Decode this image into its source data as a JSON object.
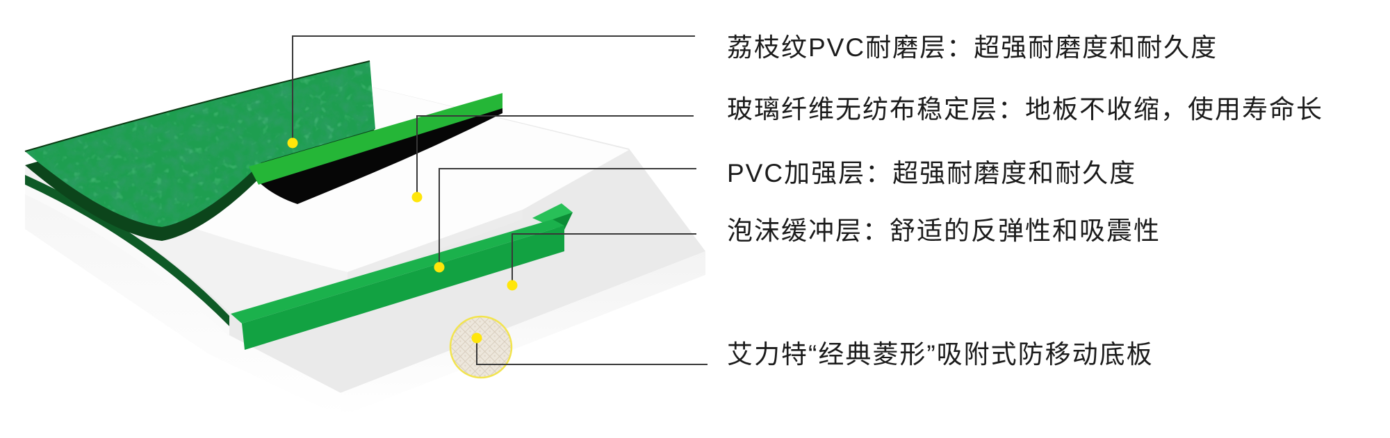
{
  "diagram": {
    "labels": [
      {
        "text": "荔枝纹PVC耐磨层：超强耐磨度和耐久度"
      },
      {
        "text": "玻璃纤维无纺布稳定层：地板不收缩，使用寿命长"
      },
      {
        "text": "PVC加强层：超强耐磨度和耐久度"
      },
      {
        "text": "泡沫缓冲层：舒适的反弹性和吸震性"
      },
      {
        "text": "艾力特“经典菱形”吸附式防移动底板"
      }
    ],
    "colors": {
      "wear_surface_green": "#1e9e50",
      "wear_edge_dark_green": "#0c451b",
      "cut_strip_green": "#25b637",
      "underside_black": "#060606",
      "fiberglass_white": "#fdfdfd",
      "fiberglass_face_white": "#f2f2f2",
      "reinforce_band_green": "#1bb14c",
      "reinforce_band_front_green": "#12a242",
      "side_stripe_green": "#0e5a26",
      "cushion_gray": "#eaeaea",
      "marker_yellow": "#ffe60a",
      "magnifier_ring_yellow": "#f2e44e",
      "magnifier_fill_beige": "#ede7dc",
      "leader_line": "#383838",
      "label_text": "#1b1b1b"
    }
  }
}
